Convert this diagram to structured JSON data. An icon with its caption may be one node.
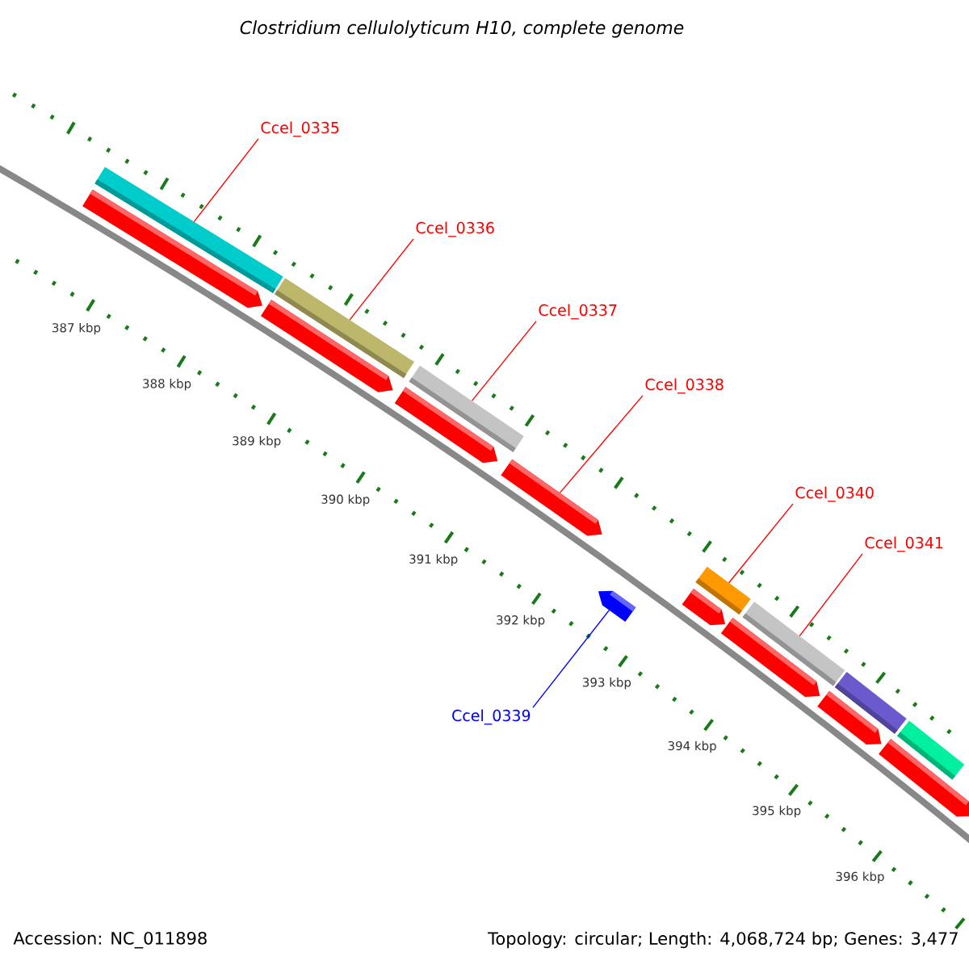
{
  "diagram": {
    "title": "Clostridium cellulolyticum H10, complete genome",
    "nodes": [
      {
        "text": [
          "Ccel_0335"
        ]
      },
      {
        "text": [],
        "shape": "bar"
      },
      {
        "text": [],
        "shape": "pentagon"
      },
      {
        "text": [
          "Ccel_0336"
        ]
      },
      {
        "text": [],
        "shape": "bar"
      },
      {
        "text": [],
        "shape": "pentagon"
      },
      {
        "text": [
          "Ccel_0337"
        ]
      },
      {
        "text": [],
        "shape": "bar"
      },
      {
        "text": [],
        "shape": "pentagon"
      },
      {
        "text": [
          "Ccel_0338"
        ]
      },
      {
        "text": [],
        "shape": "pentagon"
      },
      {
        "text": [
          "Ccel_0339"
        ]
      },
      {
        "text": [],
        "shape": "pentagon"
      },
      {
        "text": [
          "Ccel_0340"
        ]
      },
      {
        "text": [],
        "shape": "bar"
      },
      {
        "text": [],
        "shape": "pentagon"
      },
      {
        "text": [
          "Ccel_0341"
        ]
      },
      {
        "text": [],
        "shape": "bar"
      },
      {
        "text": [],
        "shape": "pentagon"
      },
      {
        "text": [],
        "shape": "bar"
      },
      {
        "text": [],
        "shape": "pentagon"
      },
      {
        "text": [],
        "shape": "bar"
      },
      {
        "text": [],
        "shape": "pentagon"
      }
    ],
    "edges": [
      {
        "from": 0,
        "to": 1,
        "arrow": "none"
      },
      {
        "from": 3,
        "to": 4,
        "arrow": "none"
      },
      {
        "from": 6,
        "to": 7,
        "arrow": "none"
      },
      {
        "from": 9,
        "to": 10,
        "arrow": "none"
      },
      {
        "from": 11,
        "to": 12,
        "arrow": "none",
        "color": "#0000ff"
      },
      {
        "from": 13,
        "to": 14,
        "arrow": "none"
      },
      {
        "from": 16,
        "to": 17,
        "arrow": "none"
      }
    ],
    "labels": [
      "387 kbp",
      "388 kbp",
      "389 kbp",
      "390 kbp",
      "391 kbp",
      "392 kbp",
      "393 kbp",
      "394 kbp",
      "395 kbp",
      "396 kbp",
      "Accession: NC_011898",
      "Topology: circular; Length: 4,068,724 bp; Genes: 3,477"
    ]
  }
}
